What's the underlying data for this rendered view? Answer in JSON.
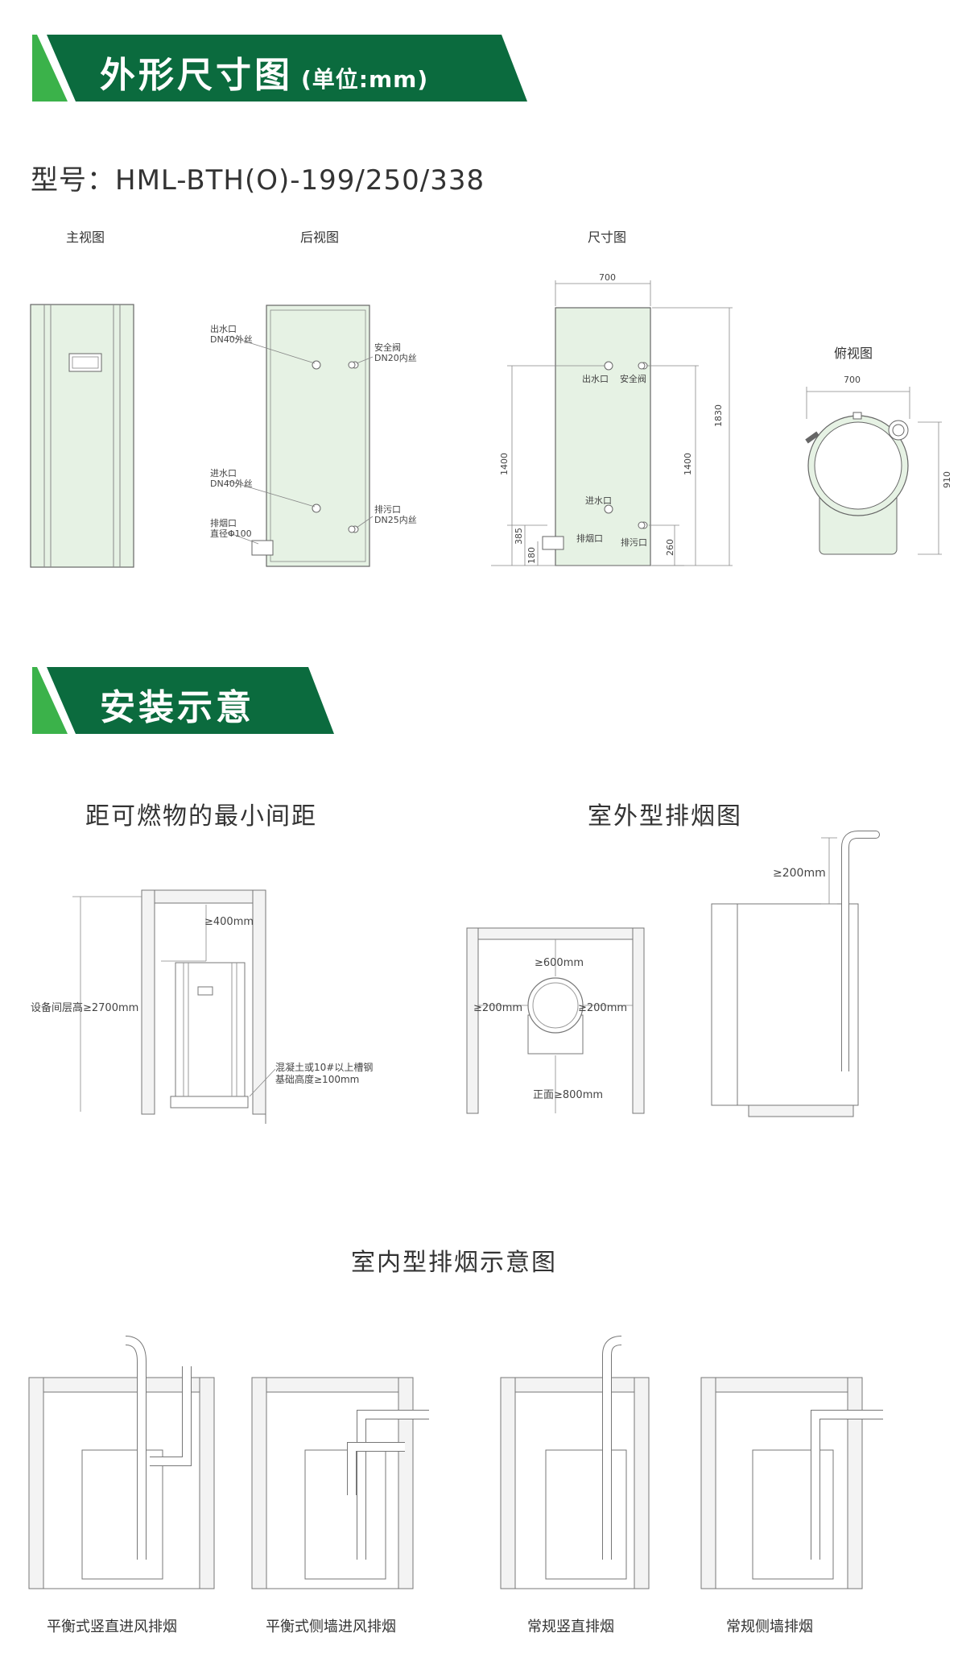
{
  "section1": {
    "title": "外形尺寸图",
    "unit": "(单位:mm)"
  },
  "model": "型号：HML-BTH(O)-199/250/338",
  "views": {
    "front": "主视图",
    "rear": "后视图",
    "dims": "尺寸图",
    "top": "俯视图"
  },
  "rear_labels": {
    "outlet": "出水口",
    "outlet_spec": "DN40外丝",
    "safety": "安全阀",
    "safety_spec": "DN20内丝",
    "inlet": "进水口",
    "inlet_spec": "DN40外丝",
    "drain": "排污口",
    "drain_spec": "DN25内丝",
    "flue": "排烟口",
    "flue_spec": "直径Φ100"
  },
  "dims_labels": {
    "width": "700",
    "height_total": "1830",
    "h_outlet_left": "1400",
    "h_outlet_right": "1400",
    "h_flue": "385",
    "h_flue_bottom": "180",
    "h_drain": "260",
    "outlet": "出水口",
    "safety": "安全阀",
    "inlet": "进水口",
    "flue": "排烟口",
    "drain": "排污口"
  },
  "top_labels": {
    "width": "700",
    "depth": "910"
  },
  "section2": {
    "title": "安装示意"
  },
  "clearance": {
    "title": "距可燃物的最小间距",
    "room_height": "设备间层高≥2700mm",
    "top_gap": "≥400mm",
    "foundation_1": "混凝土或10#以上槽钢",
    "foundation_2": "基础高度≥100mm"
  },
  "outdoor": {
    "title": "室外型排烟图",
    "top_gap": "≥600mm",
    "left_gap": "≥200mm",
    "right_gap": "≥200mm",
    "front_gap": "正面≥800mm",
    "flue_gap": "≥200mm"
  },
  "indoor": {
    "title": "室内型排烟示意图",
    "captions": [
      "平衡式竖直进风排烟",
      "平衡式侧墙进风排烟",
      "常规竖直排烟",
      "常规侧墙排烟"
    ]
  },
  "colors": {
    "brand_green": "#0b6b3e",
    "accent_green": "#3bb24a",
    "panel_fill": "#e6f2e4"
  },
  "icons": [
    "arrow-icon"
  ]
}
